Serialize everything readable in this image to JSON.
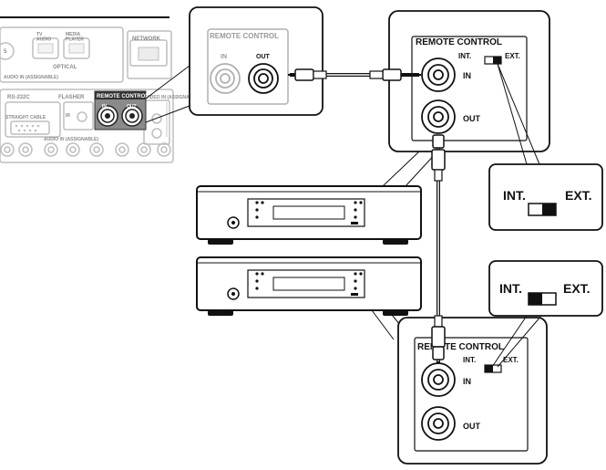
{
  "receiver_panel": {
    "labels": {
      "network": "NETWORK",
      "tv_audio": "TV\nAUDIO",
      "media_player": "MEDIA\nPLAYER",
      "optical": "OPTICAL",
      "audio_in": "AUDIO IN (ASSIGNABLE)",
      "rs232c": "RS-232C",
      "flasher": "FLASHER",
      "remote_control": "REMOTE CONTROL",
      "in": "IN",
      "out": "OUT",
      "video_in": "VIDEO IN (ASSIGNABLE)",
      "straight_cable": "STRAIGHT CABLE",
      "audio_in_lower": "AUDIO IN (ASSIGNABLE)",
      "five": "5",
      "ir": "IR"
    }
  },
  "zoom_receiver": {
    "title": "REMOTE CONTROL",
    "in_label": "IN",
    "out_label": "OUT"
  },
  "upper_device": {
    "title": "REMOTE CONTROL",
    "int_label": "INT.",
    "ext_label": "EXT.",
    "in_label": "IN",
    "out_label": "OUT",
    "switch_callout": {
      "int_label": "INT.",
      "ext_label": "EXT.",
      "position": "EXT."
    }
  },
  "lower_device": {
    "title": "REMOTE CONTROL",
    "int_label": "INT.",
    "ext_label": "EXT.",
    "in_label": "IN",
    "out_label": "OUT",
    "switch_callout": {
      "int_label": "INT.",
      "ext_label": "EXT.",
      "position": "INT."
    }
  }
}
